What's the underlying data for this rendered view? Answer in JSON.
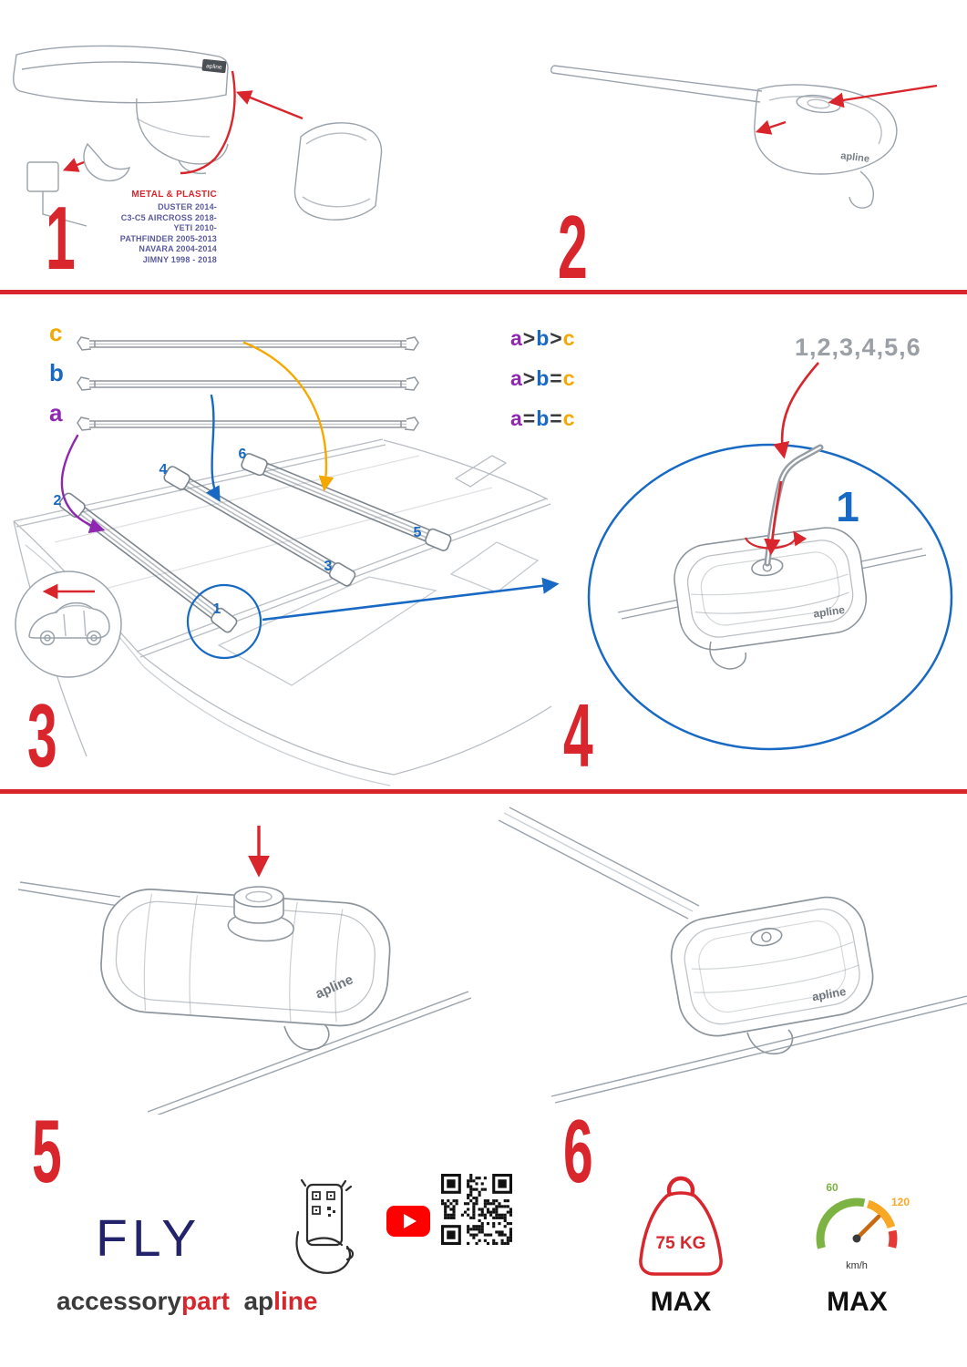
{
  "brand": {
    "logo": "apline"
  },
  "step1": {
    "number": "1",
    "material": "METAL & PLASTIC",
    "vehicles": [
      "DUSTER 2014-",
      "C3-C5 AIRCROSS 2018-",
      "YETI 2010-",
      "PATHFINDER 2005-2013",
      "NAVARA 2004-2014",
      "JIMNY 1998 - 2018"
    ]
  },
  "step2": {
    "number": "2"
  },
  "step3": {
    "number": "3",
    "bar_labels": [
      "c",
      "b",
      "a"
    ],
    "comparisons": [
      {
        "l1": "a",
        "o1": ">",
        "l2": "b",
        "o2": ">",
        "l3": "c"
      },
      {
        "l1": "a",
        "o1": ">",
        "l2": "b",
        "o2": "=",
        "l3": "c"
      },
      {
        "l1": "a",
        "o1": "=",
        "l2": "b",
        "o2": "=",
        "l3": "c"
      }
    ],
    "positions": [
      "1",
      "2",
      "3",
      "4",
      "5",
      "6"
    ]
  },
  "step4": {
    "number": "4",
    "sequence": "1,2,3,4,5,6",
    "selected": "1"
  },
  "step5": {
    "number": "5"
  },
  "step6": {
    "number": "6"
  },
  "footer": {
    "product": "FLY",
    "brand_gray": "accessory",
    "brand_red": "part",
    "logo_gray": "ap",
    "logo_red": "line",
    "weight_value": "75 KG",
    "weight_max": "MAX",
    "speed_low": "60",
    "speed_high": "120",
    "speed_unit": "km/h",
    "speed_max": "MAX"
  },
  "colors": {
    "accent_red": "#d8262c",
    "blue": "#1769c4",
    "purple": "#9027b0",
    "orange": "#f5a800",
    "navy": "#23236b",
    "gray_sequence": "#9aa0a6",
    "youtube_red": "#ff0000"
  }
}
